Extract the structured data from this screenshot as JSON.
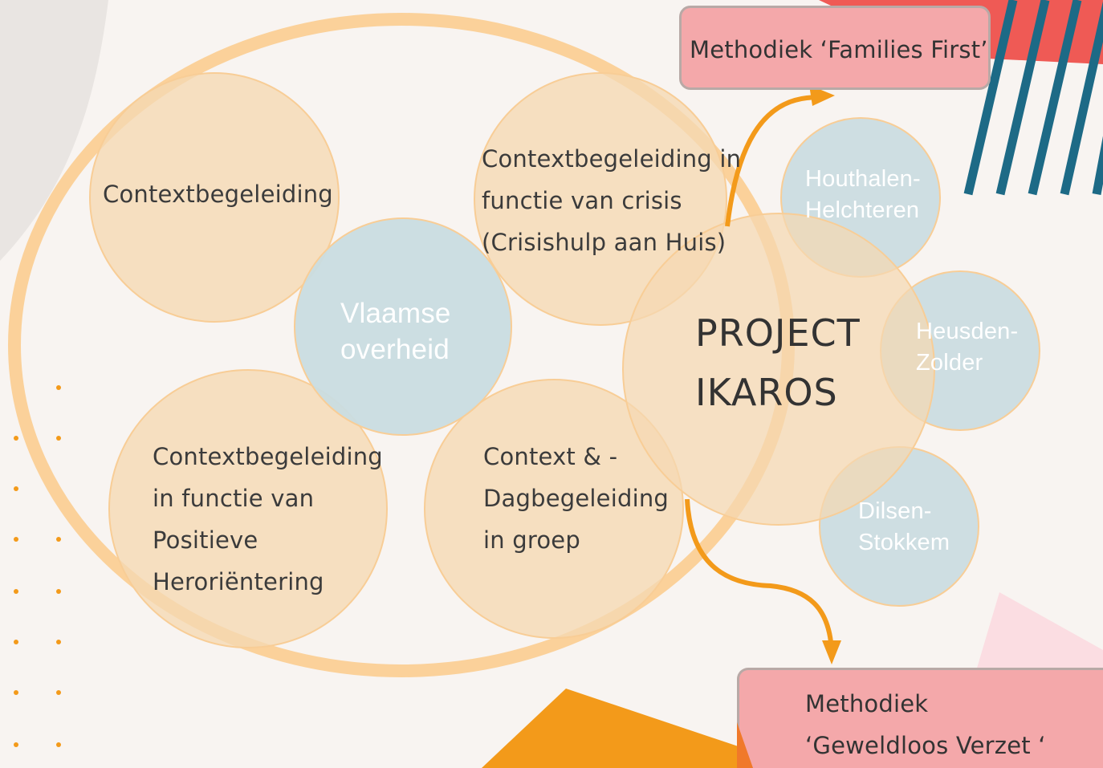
{
  "boxes": {
    "families_first": "Methodiek ‘Families First’",
    "geweldloos": [
      "Methodiek",
      "‘Geweldloos Verzet ‘"
    ]
  },
  "big_circles": {
    "context": "Contextbegeleiding",
    "crisis": [
      "Contextbegeleiding in",
      "functie van crisis",
      "(Crisishulp aan Huis)"
    ],
    "positive": [
      "Contextbegeleiding",
      "in functie van",
      "Positieve",
      "Heroriëntering"
    ],
    "dag": [
      "Context & -",
      "Dagbegeleiding",
      "in groep"
    ]
  },
  "vlaamse": [
    "Vlaamse",
    "overheid"
  ],
  "project": [
    "PROJECT",
    "IKAROS"
  ],
  "municipalities": {
    "houthalen": [
      "Houthalen-",
      "Helchteren"
    ],
    "heusden": [
      "Heusden-",
      "Zolder"
    ],
    "dilsen": [
      "Dilsen-",
      "Stokkem"
    ]
  },
  "colors": {
    "background": "#f8f4f1",
    "peach": "#f5dcba",
    "blue_grey": "#c9dce0",
    "orange": "#f39a1a",
    "pink_box": "#f4a8aa",
    "teal_stripe": "#1d6a86",
    "red_accent": "#ef5a55"
  }
}
